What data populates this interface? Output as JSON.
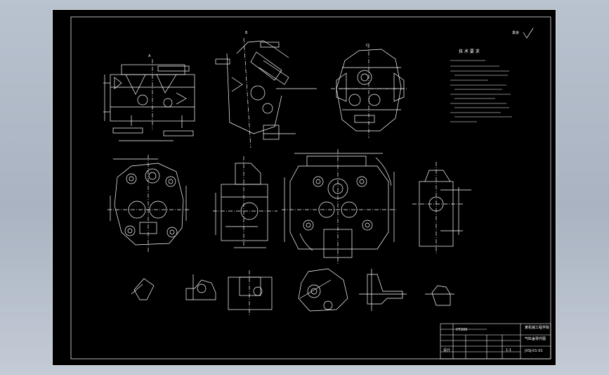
{
  "viewer": {
    "background_top": "#b9c2cf",
    "background_bottom": "#c3cbd6",
    "sheet_color": "#000000",
    "line_color": "#ffffff"
  },
  "technical_requirements": {
    "heading": "技 术 要 求"
  },
  "surface_mark": {
    "prefix": "其余"
  },
  "section_labels": {
    "a": "A",
    "b": "B",
    "c": "C"
  },
  "title_block": {
    "part_name": "气缸盖零件图",
    "school": "某机械工程学院",
    "drawing_no": "JXSJ-01-01",
    "designer": "设计",
    "material": "HT200",
    "scale": "1:1"
  }
}
